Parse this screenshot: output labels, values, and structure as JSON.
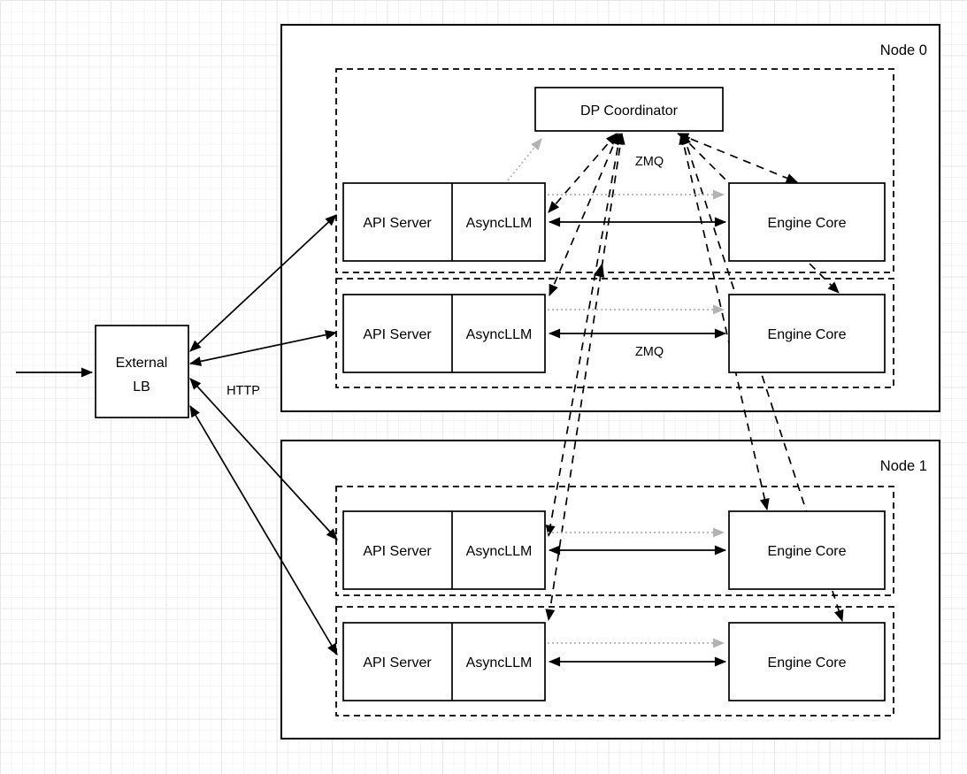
{
  "diagram": {
    "title_hint": "vLLM data-parallel deployment diagram",
    "external_lb": {
      "label_line1": "External",
      "label_line2": "LB"
    },
    "node0": {
      "label": "Node 0"
    },
    "node1": {
      "label": "Node 1"
    },
    "dp_coordinator": {
      "label": "DP Coordinator"
    },
    "rows": [
      {
        "api_server": "API Server",
        "asyncllm": "AsyncLLM",
        "engine_core": "Engine Core"
      },
      {
        "api_server": "API Server",
        "asyncllm": "AsyncLLM",
        "engine_core": "Engine Core"
      },
      {
        "api_server": "API Server",
        "asyncllm": "AsyncLLM",
        "engine_core": "Engine Core"
      },
      {
        "api_server": "API Server",
        "asyncllm": "AsyncLLM",
        "engine_core": "Engine Core"
      }
    ],
    "edge_labels": {
      "http": "HTTP",
      "zmq_coordinator": "ZMQ",
      "zmq_row2": "ZMQ"
    },
    "colors": {
      "stroke": "#000000",
      "box_fill": "#ffffff",
      "gray_arrow": "#b3b3b3",
      "grid_major": "#e7e7ea",
      "grid_minor": "#f4f4f6"
    }
  }
}
